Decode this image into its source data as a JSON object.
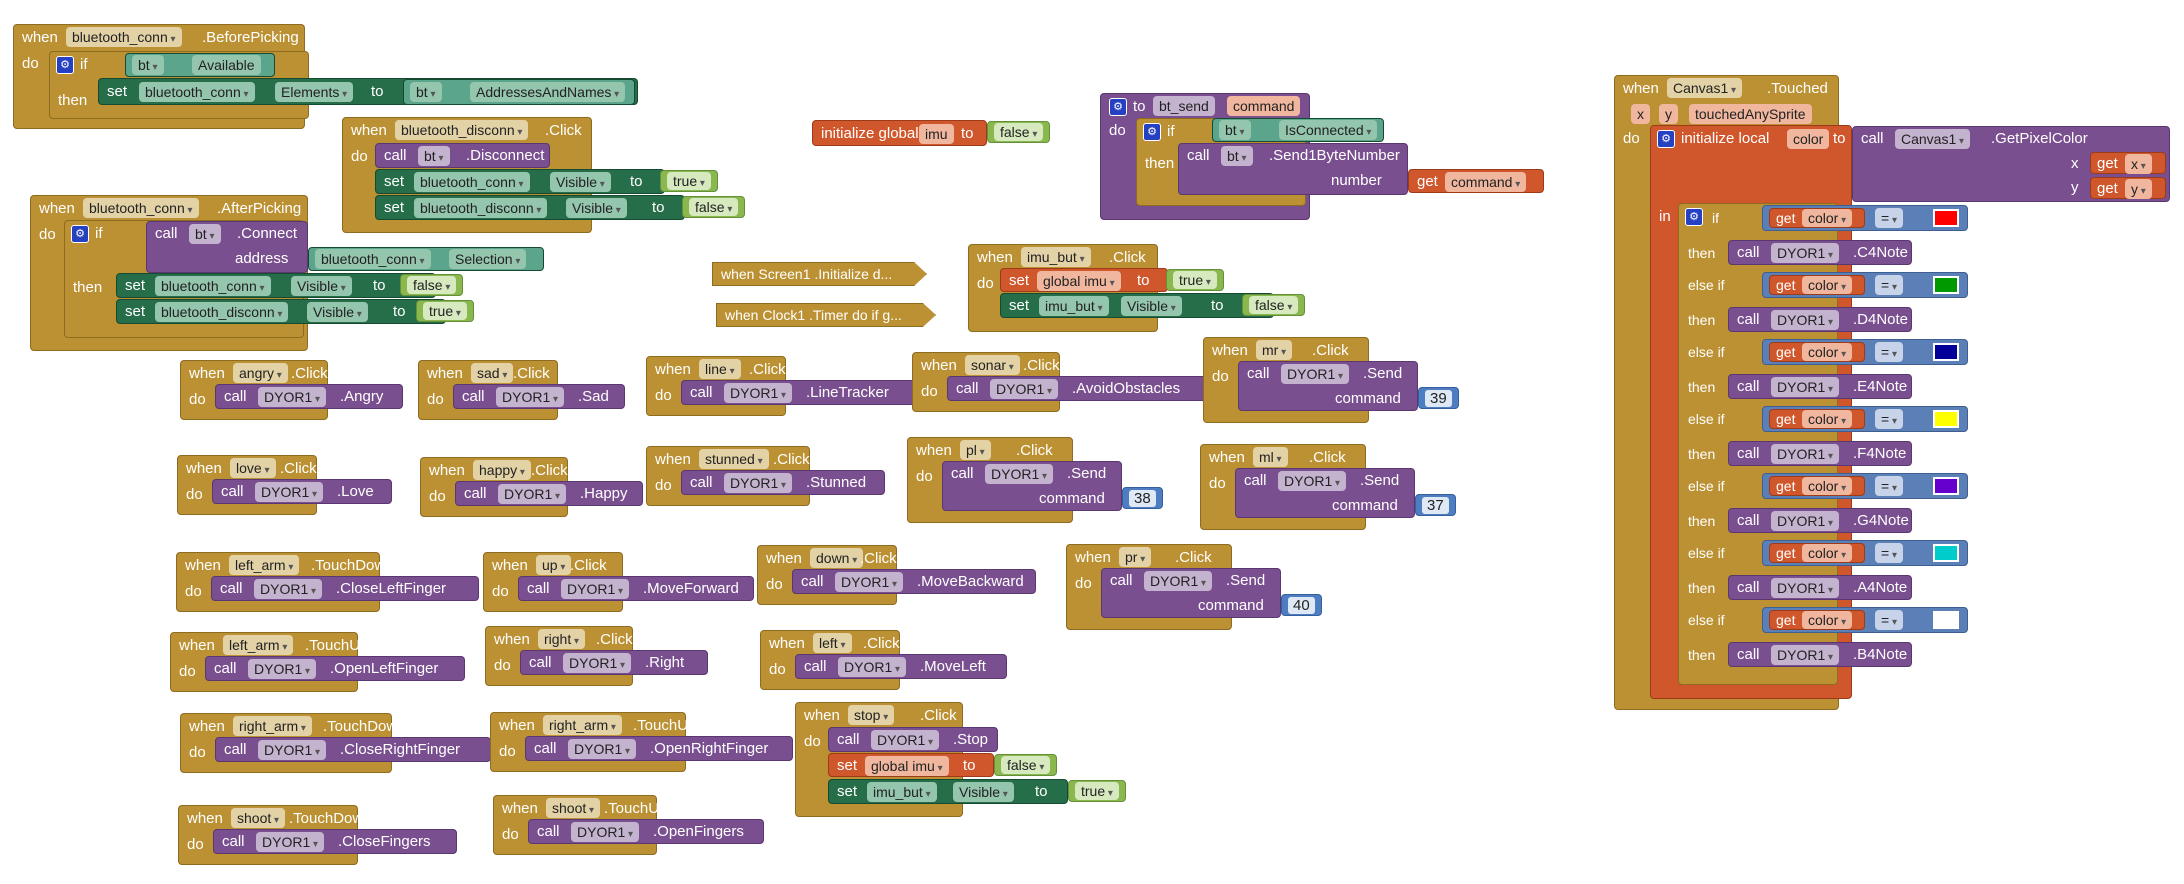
{
  "kw": {
    "when": "when",
    "do": "do",
    "if": "if",
    "then": "then",
    "else_if": "else if",
    "set": "set",
    "to": "to",
    "call": "call",
    "in": "in",
    "get": "get",
    "initialize_global": "initialize global",
    "initialize_local": "initialize local",
    "address": "address",
    "command": "command",
    "number": "number",
    "x": "x",
    "y": "y"
  },
  "components": {
    "bluetooth_conn": "bluetooth_conn",
    "bluetooth_disconn": "bluetooth_disconn",
    "bt": "bt",
    "DYOR1": "DYOR1",
    "Canvas1": "Canvas1",
    "imu_but": "imu_but",
    "Screen1": "Screen1",
    "Clock1": "Clock1"
  },
  "members": {
    "BeforePicking": ".BeforePicking",
    "AfterPicking": ".AfterPicking",
    "Available": "Available",
    "Elements": "Elements",
    "AddressesAndNames": "AddressesAndNames",
    "Disconnect": ".Disconnect",
    "Visible": "Visible",
    "Connect": ".Connect",
    "Selection": "Selection",
    "Click": ".Click",
    "IsConnected": "IsConnected",
    "Send1ByteNumber": ".Send1ByteNumber",
    "Send": ".Send",
    "TouchDown": ".TouchDown",
    "TouchUp": ".TouchUp",
    "Touched": ".Touched",
    "GetPixelColor": ".GetPixelColor"
  },
  "values": {
    "true": "true",
    "false": "false",
    "eq": "="
  },
  "global_var": {
    "name": "imu",
    "value": "false",
    "ref": "global imu"
  },
  "procedure": {
    "name": "bt_send",
    "param": "command"
  },
  "collapsed": {
    "screen_init": "when  Screen1 .Initialize d...",
    "clock_timer": "when  Clock1 .Timer do if g..."
  },
  "canvas": {
    "params": [
      "x",
      "y",
      "touchedAnySprite"
    ],
    "local_var": "color",
    "notes": [
      {
        "color": "#ff0000",
        "method": ".C4Note"
      },
      {
        "color": "#009900",
        "method": ".D4Note"
      },
      {
        "color": "#000099",
        "method": ".E4Note"
      },
      {
        "color": "#ffff00",
        "method": ".F4Note"
      },
      {
        "color": "#6600cc",
        "method": ".G4Note"
      },
      {
        "color": "#00cccc",
        "method": ".A4Note"
      },
      {
        "color": "#ffffff",
        "method": ".B4Note"
      }
    ]
  },
  "simple_handlers": [
    {
      "comp": "angry",
      "event": ".Click",
      "method": ".Angry"
    },
    {
      "comp": "sad",
      "event": ".Click",
      "method": ".Sad"
    },
    {
      "comp": "line",
      "event": ".Click",
      "method": ".LineTracker"
    },
    {
      "comp": "sonar",
      "event": ".Click",
      "method": ".AvoidObstacles"
    },
    {
      "comp": "love",
      "event": ".Click",
      "method": ".Love"
    },
    {
      "comp": "happy",
      "event": ".Click",
      "method": ".Happy"
    },
    {
      "comp": "stunned",
      "event": ".Click",
      "method": ".Stunned"
    },
    {
      "comp": "left_arm",
      "event": ".TouchDown",
      "method": ".CloseLeftFinger"
    },
    {
      "comp": "up",
      "event": ".Click",
      "method": ".MoveForward"
    },
    {
      "comp": "down",
      "event": ".Click",
      "method": ".MoveBackward"
    },
    {
      "comp": "left_arm",
      "event": ".TouchUp",
      "method": ".OpenLeftFinger"
    },
    {
      "comp": "right",
      "event": ".Click",
      "method": ".Right"
    },
    {
      "comp": "left",
      "event": ".Click",
      "method": ".MoveLeft"
    },
    {
      "comp": "right_arm",
      "event": ".TouchDown",
      "method": ".CloseRightFinger"
    },
    {
      "comp": "right_arm",
      "event": ".TouchUp",
      "method": ".OpenRightFinger"
    },
    {
      "comp": "shoot",
      "event": ".TouchDown",
      "method": ".CloseFingers"
    },
    {
      "comp": "shoot",
      "event": ".TouchUp",
      "method": ".OpenFingers"
    }
  ],
  "send_handlers": [
    {
      "comp": "mr",
      "value": "39"
    },
    {
      "comp": "pl",
      "value": "38"
    },
    {
      "comp": "ml",
      "value": "37"
    },
    {
      "comp": "pr",
      "value": "40"
    }
  ],
  "stop_handler": {
    "comp": "stop",
    "method": ".Stop"
  }
}
